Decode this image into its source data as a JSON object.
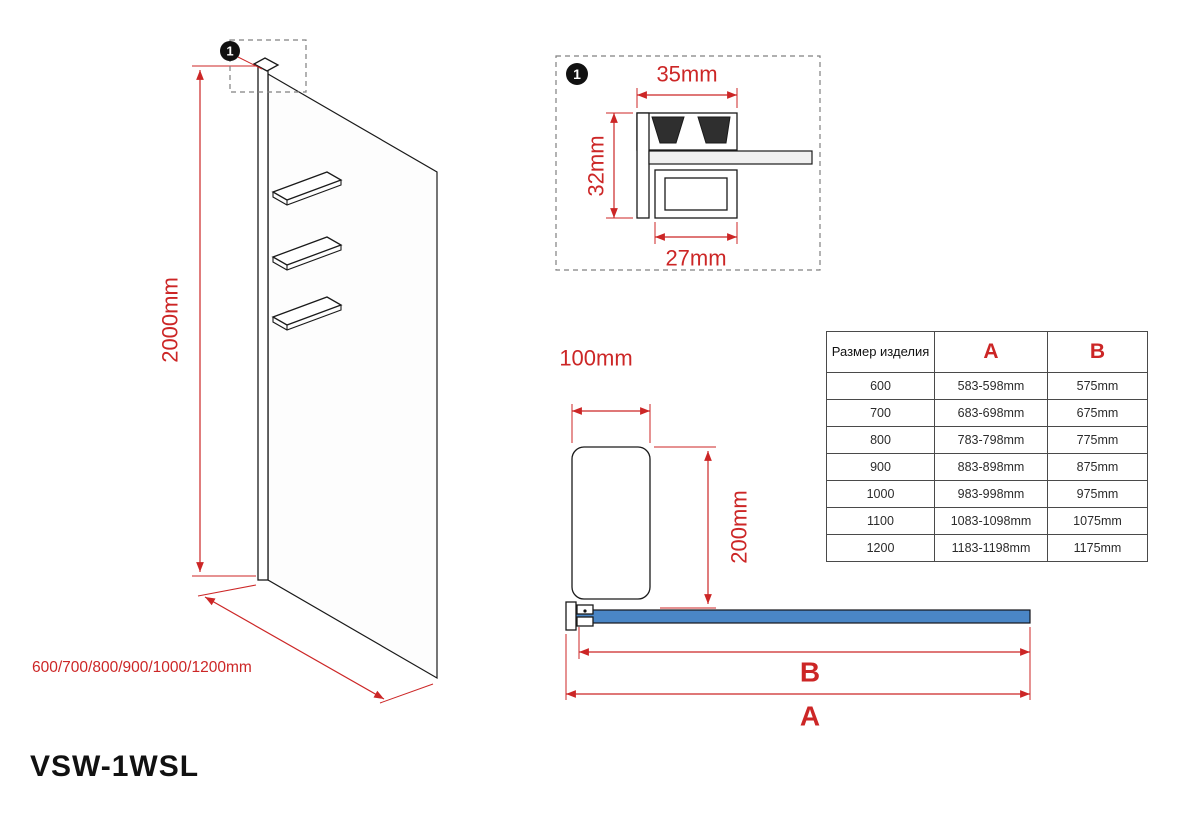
{
  "page": {
    "model": "VSW-1WSL"
  },
  "colors": {
    "dimension_red": "#cc2626",
    "glass_blue": "#4a86c6",
    "line_black": "#1a1a1a"
  },
  "front_view": {
    "detail_marker": "1",
    "height_dim": "2000mm",
    "width_options_dim": "600/700/800/900/1000/1200mm"
  },
  "detail_view": {
    "marker": "1",
    "top_width_dim": "35mm",
    "height_dim": "32mm",
    "clamp_width_dim": "27mm"
  },
  "side_view": {
    "profile_width_dim": "100mm",
    "profile_height_dim": "200mm",
    "dim_b_label": "B",
    "dim_a_label": "A"
  },
  "size_table": {
    "headers": {
      "size": "Размер изделия",
      "a": "A",
      "b": "B"
    },
    "rows": [
      {
        "size": "600",
        "a": "583-598mm",
        "b": "575mm"
      },
      {
        "size": "700",
        "a": "683-698mm",
        "b": "675mm"
      },
      {
        "size": "800",
        "a": "783-798mm",
        "b": "775mm"
      },
      {
        "size": "900",
        "a": "883-898mm",
        "b": "875mm"
      },
      {
        "size": "1000",
        "a": "983-998mm",
        "b": "975mm"
      },
      {
        "size": "1100",
        "a": "1083-1098mm",
        "b": "1075mm"
      },
      {
        "size": "1200",
        "a": "1183-1198mm",
        "b": "1175mm"
      }
    ]
  }
}
